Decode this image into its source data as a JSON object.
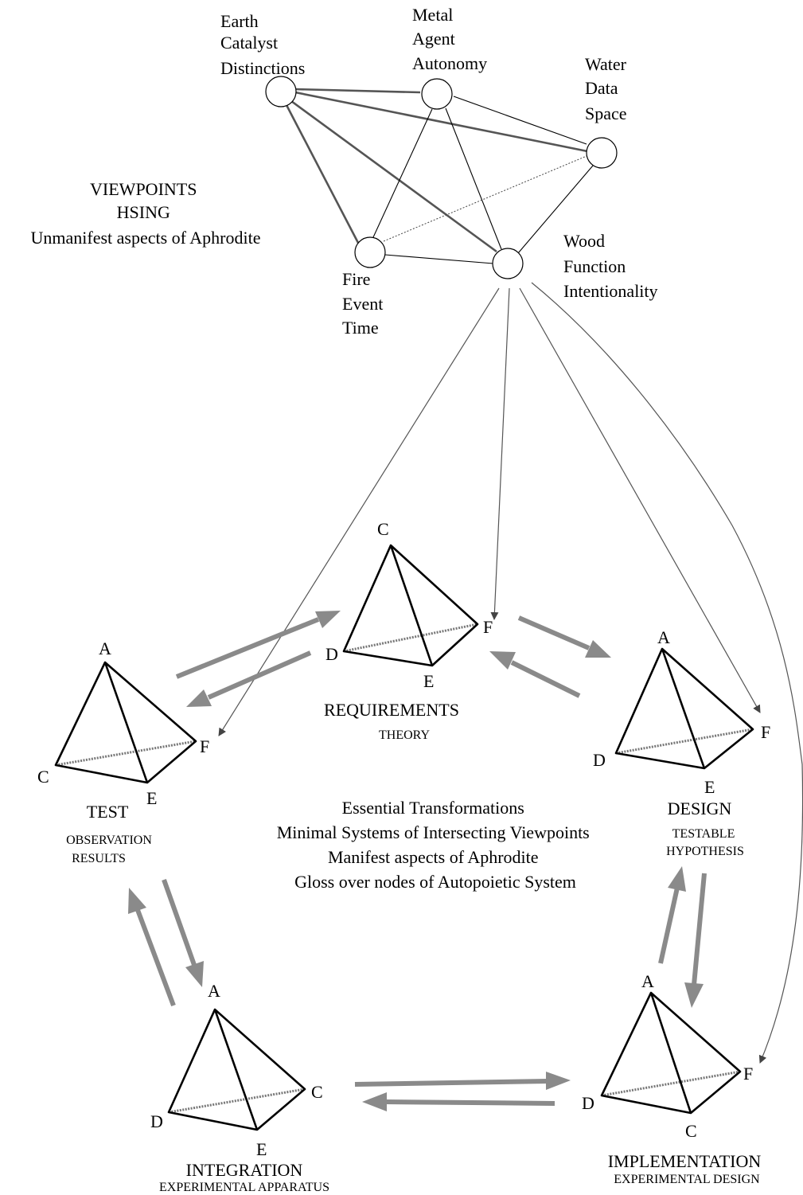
{
  "elements": {
    "earth": [
      "Earth",
      "Catalyst",
      "Distinctions"
    ],
    "metal": [
      "Metal",
      "Agent",
      "Autonomy"
    ],
    "water": [
      "Water",
      "Data",
      "Space"
    ],
    "wood": [
      "Wood",
      "Function",
      "Intentionality"
    ],
    "fire": [
      "Fire",
      "Event",
      "Time"
    ]
  },
  "viewpoints": [
    "VIEWPOINTS",
    "HSING",
    "Unmanifest aspects of Aphrodite"
  ],
  "center_text": [
    "Essential Transformations",
    "Minimal Systems of Intersecting Viewpoints",
    "Manifest aspects of Aphrodite",
    "Gloss over nodes of Autopoietic System"
  ],
  "stages": {
    "requirements": {
      "title": "REQUIREMENTS",
      "subtitle": "THEORY",
      "vertices": [
        "C",
        "D",
        "E",
        "F"
      ]
    },
    "design": {
      "title": "DESIGN",
      "subtitle": [
        "TESTABLE",
        "HYPOTHESIS"
      ],
      "vertices": [
        "A",
        "D",
        "E",
        "F"
      ]
    },
    "test": {
      "title": "TEST",
      "subtitle": [
        "OBSERVATION",
        "RESULTS"
      ],
      "vertices": [
        "A",
        "C",
        "E",
        "F"
      ]
    },
    "integration": {
      "title": "INTEGRATION",
      "subtitle": "EXPERIMENTAL APPARATUS",
      "vertices": [
        "A",
        "D",
        "E",
        "C"
      ]
    },
    "implementation": {
      "title": "IMPLEMENTATION",
      "subtitle": "EXPERIMENTAL DESIGN",
      "vertices": [
        "A",
        "D",
        "C",
        "F"
      ]
    }
  }
}
